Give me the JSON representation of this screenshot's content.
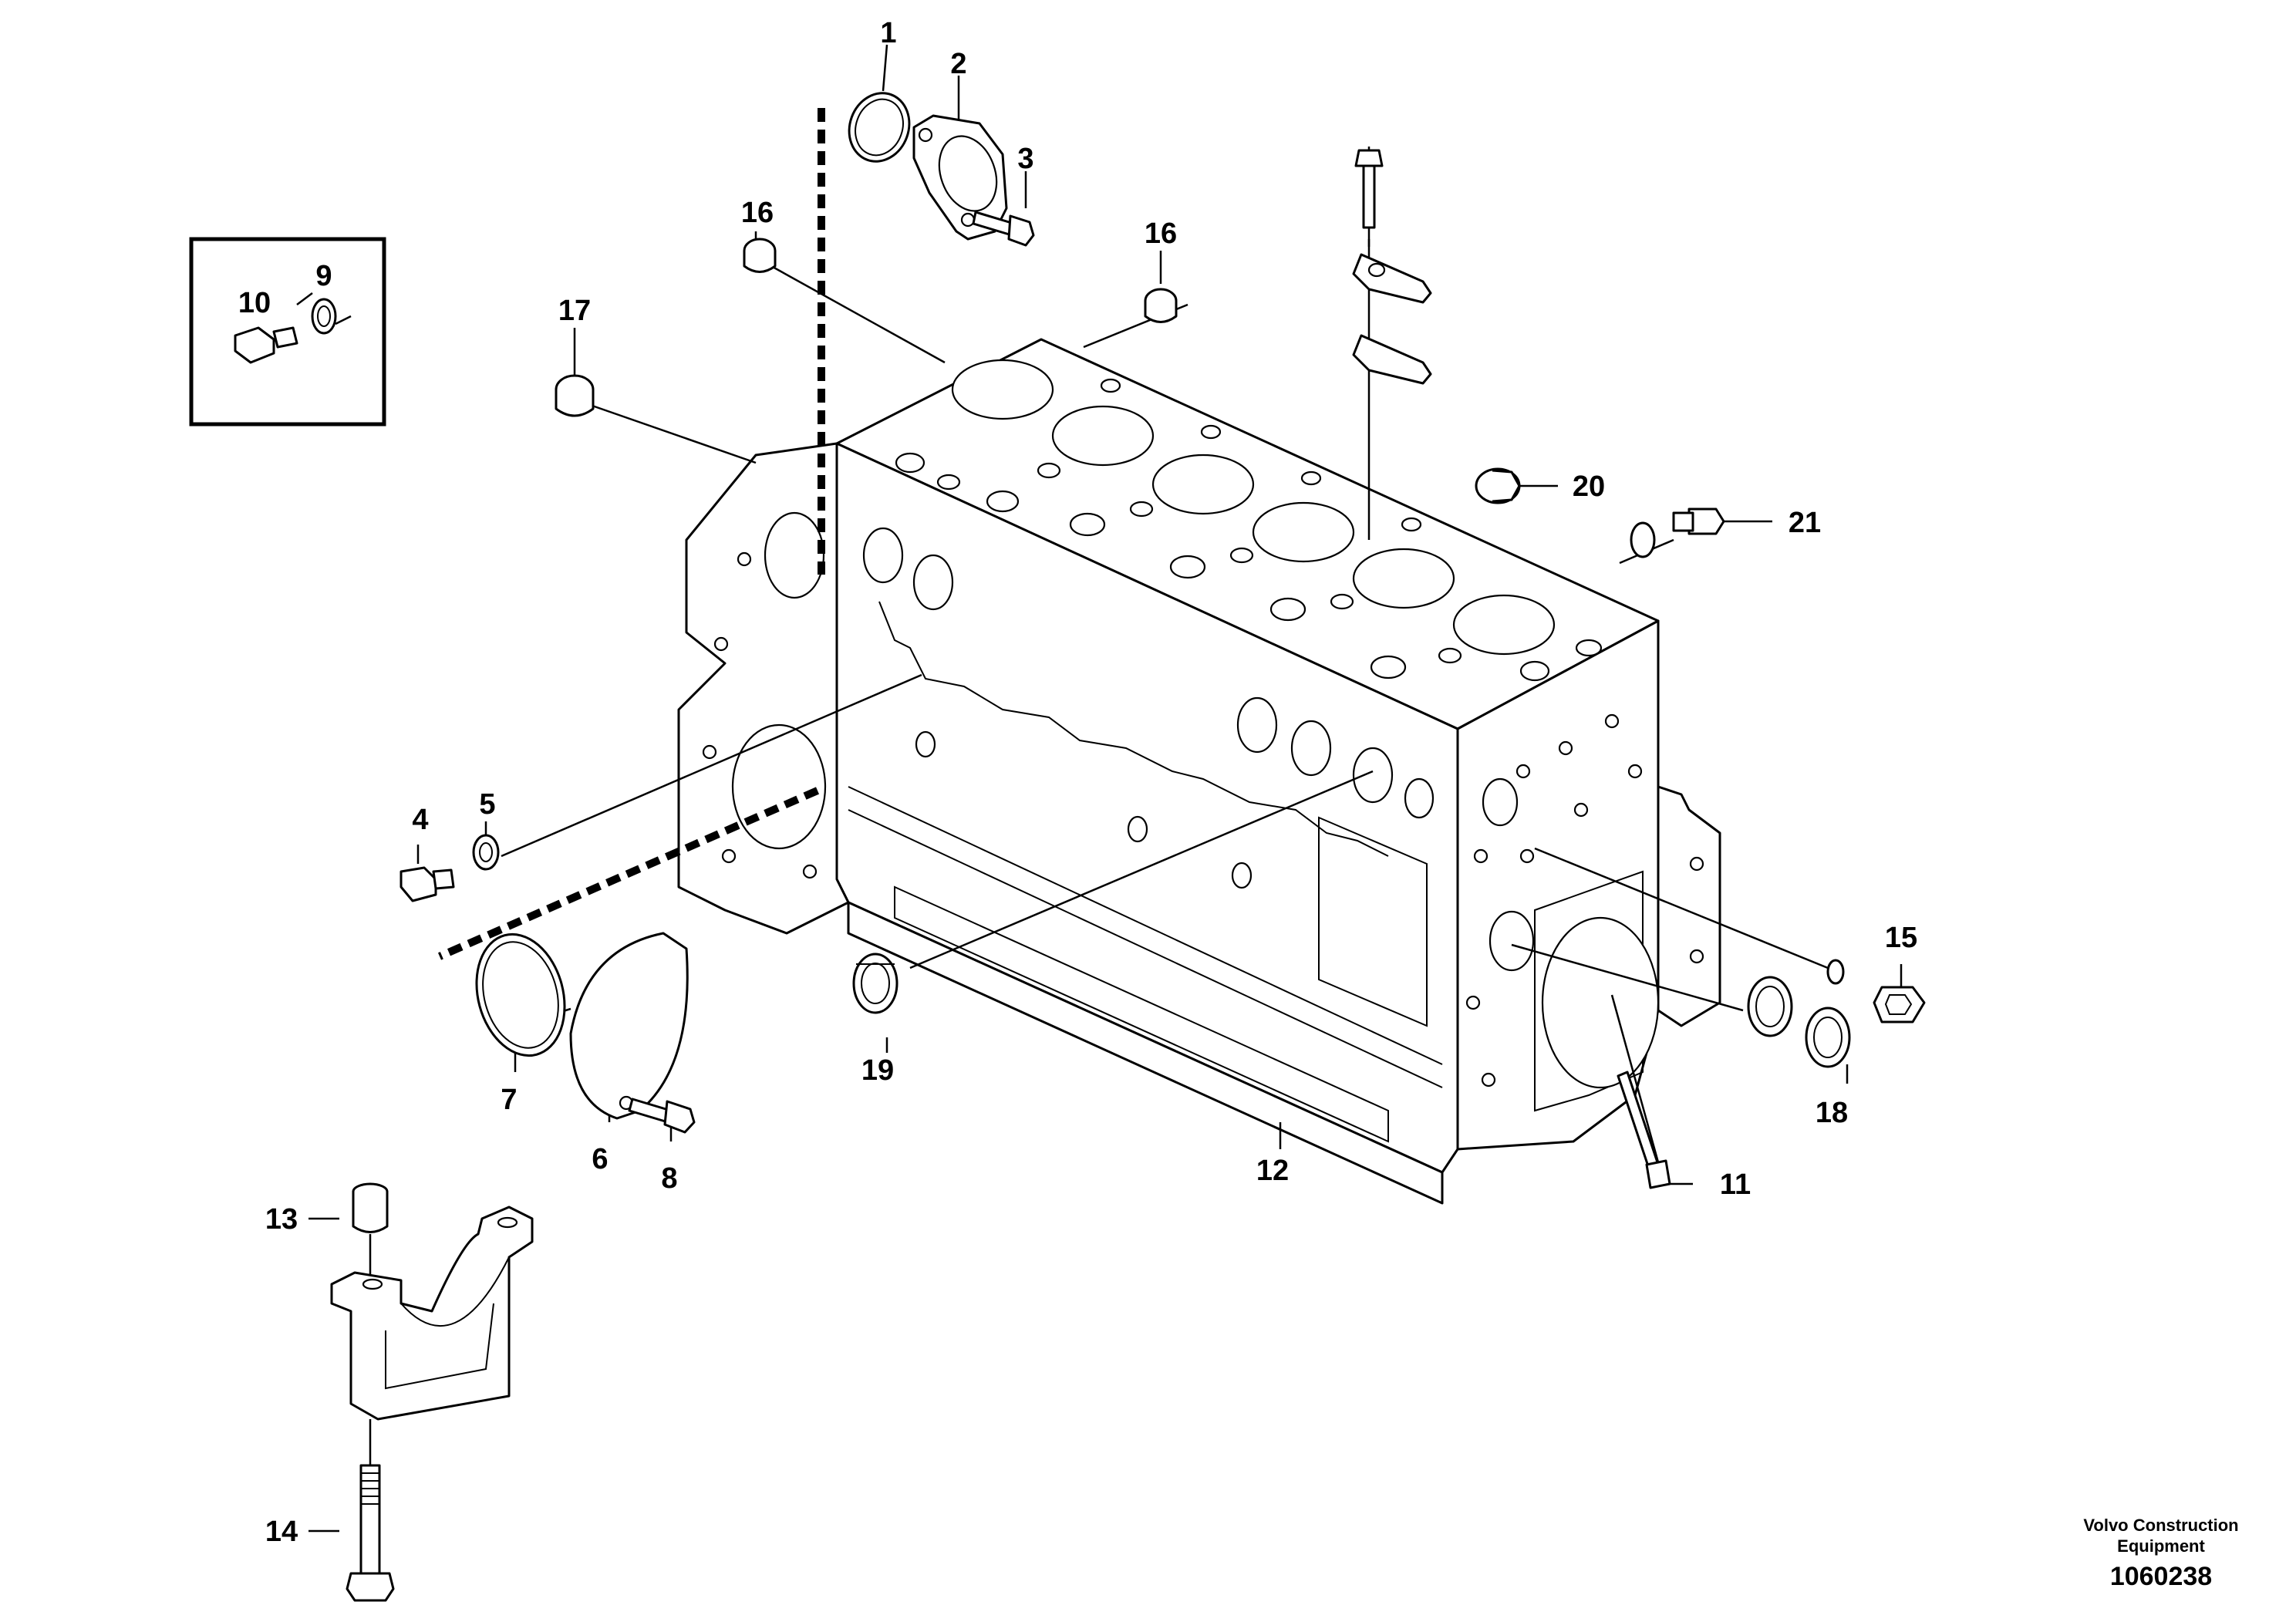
{
  "labels": {
    "p1": "1",
    "p2": "2",
    "p3": "3",
    "p4": "4",
    "p5": "5",
    "p6": "6",
    "p7": "7",
    "p8": "8",
    "p9": "9",
    "p10": "10",
    "p11": "11",
    "p12": "12",
    "p13": "13",
    "p14": "14",
    "p15": "15",
    "p16a": "16",
    "p16b": "16",
    "p17": "17",
    "p18": "18",
    "p19": "19",
    "p20": "20",
    "p21": "21"
  },
  "footer": {
    "credit_line1": "Volvo Construction",
    "credit_line2": "Equipment",
    "doc_number": "1060238"
  }
}
